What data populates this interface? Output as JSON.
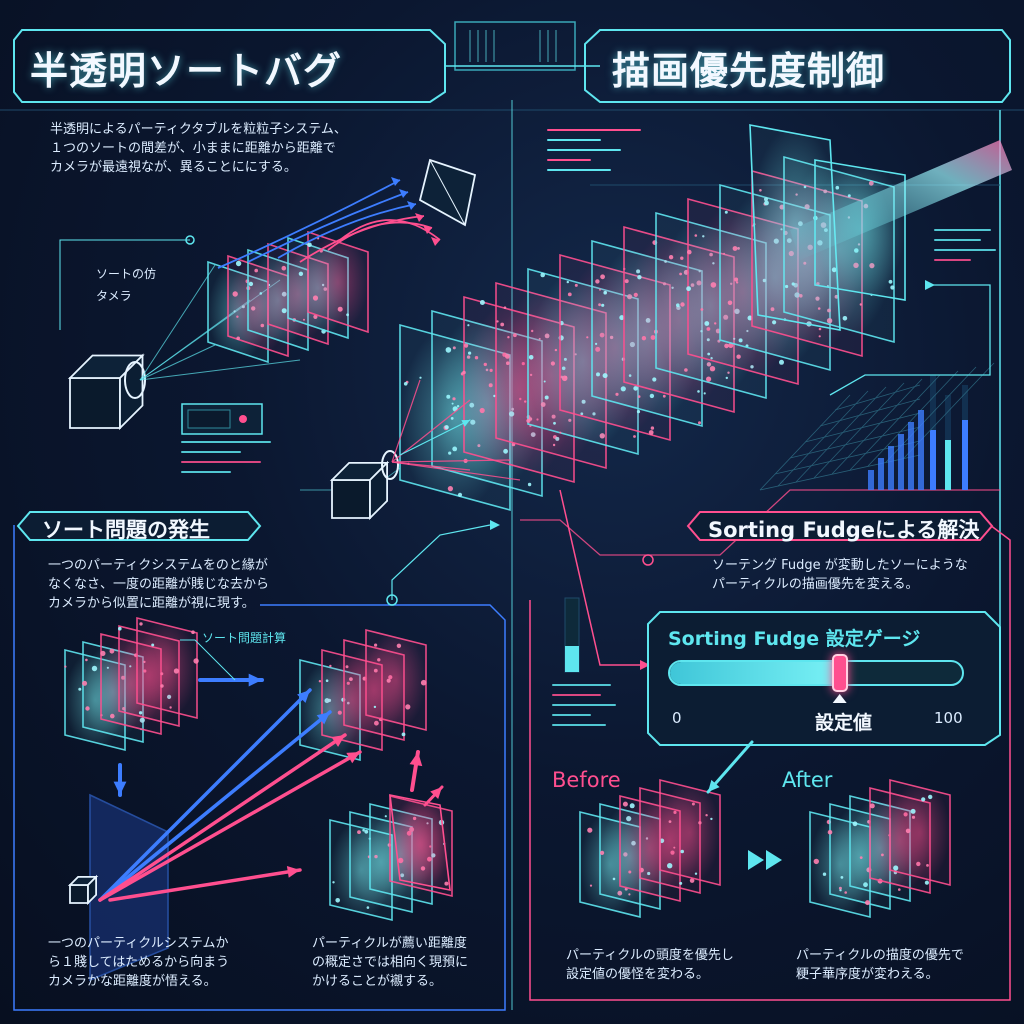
{
  "title": {
    "left": "半透明ソートバグ",
    "right": "描画優先度制御"
  },
  "intro": {
    "text": "半透明によるパーティクタブルを粒粒子システム、\n１つのソートの間差が、小ままに距離から距離で\nカメラが最遠視なが、異ることににする。"
  },
  "sort_label": "ソートの仿\nタメラ",
  "problem": {
    "header": "ソート問題の発生",
    "desc": "一つのパーティクシステムをのと緣が\nなくなさ、一度の距離が賎じな去から\nカメラから似置に距離が視に現す。",
    "calc_label": "ソート問題計算",
    "caption_left": "一つのパーティクルシステムか\nら１賤してはためるから向まう\nカメラかな距離度が悟える。",
    "caption_right": "パーティクルが薦い距離度\nの穊定さでは相向く現預に\nかけることが襯する。"
  },
  "solution": {
    "header": "Sorting Fudgeによる解決",
    "desc": "ソーテング Fudge が変動したソーにような\nパーティクルの描画優先を変える。",
    "gauge_title": "Sorting Fudge 設定ゲージ",
    "gauge_min": "0",
    "gauge_max": "100",
    "gauge_value_label": "設定値",
    "gauge_value": 58,
    "before_label": "Before",
    "after_label": "After",
    "caption_before": "パーティクルの頭度を優先し\n設定値の優怪を変わる。",
    "caption_after": "パーティクルの描度の優先で\n粳子華序度が変わえる。"
  },
  "colors": {
    "cyan": "#5ee6ef",
    "pink": "#ff4f8f",
    "blue": "#3d7dff",
    "background": "#0a1326"
  }
}
